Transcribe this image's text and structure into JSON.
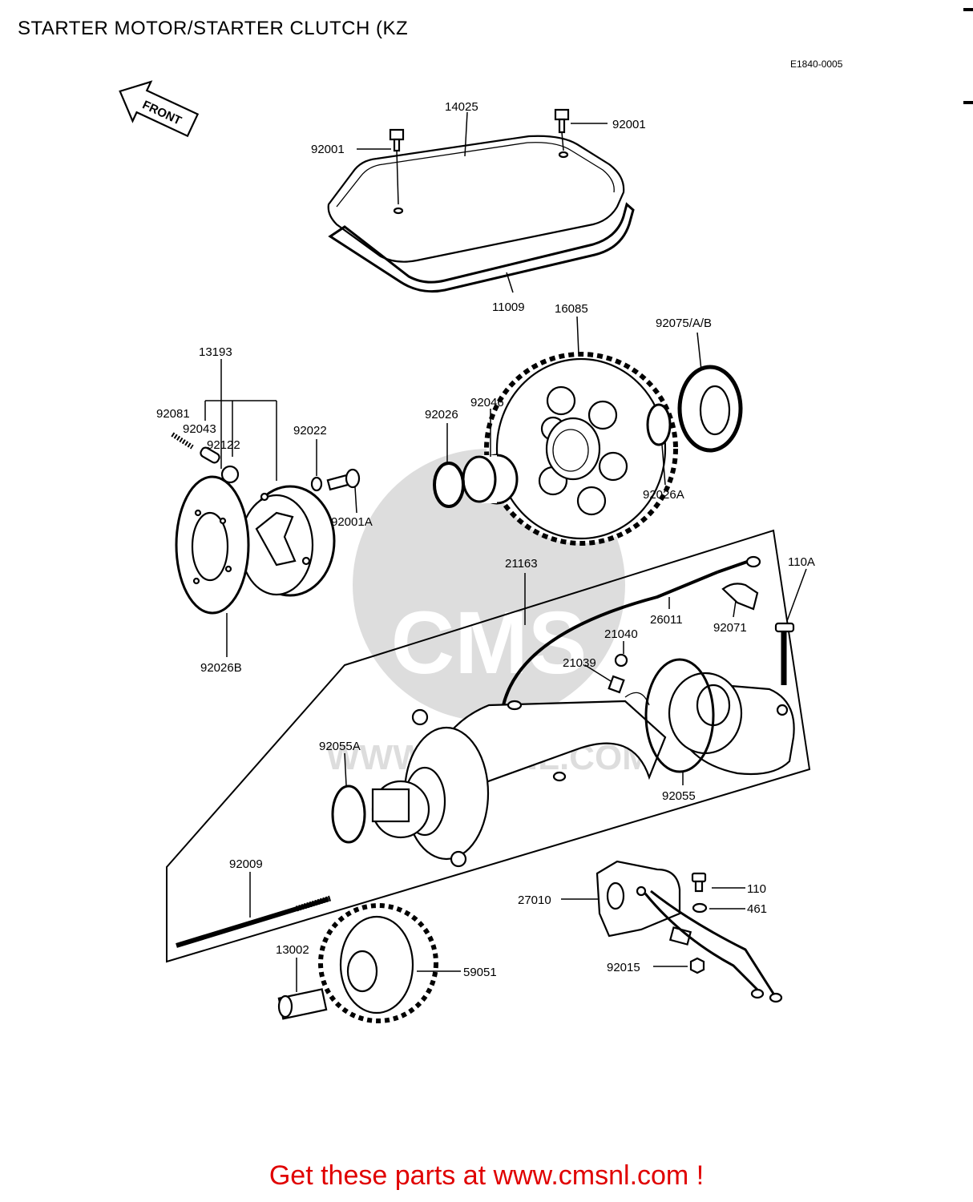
{
  "page": {
    "title": "STARTER MOTOR/STARTER CLUTCH (KZ",
    "diagram_code": "E1840-0005"
  },
  "front_arrow": {
    "label": "FRONT"
  },
  "watermark": {
    "line1": "CMS",
    "line2": "WWW.CMSNL.COM"
  },
  "part_labels": {
    "p14025": "14025",
    "p92001_left": "92001",
    "p92001_right": "92001",
    "p11009": "11009",
    "p16085": "16085",
    "p92075": "92075/A/B",
    "p13193": "13193",
    "p92081": "92081",
    "p92043": "92043",
    "p92122": "92122",
    "p92022": "92022",
    "p92001A": "92001A",
    "p92026": "92026",
    "p92046": "92046",
    "p92026A": "92026A",
    "p92026B": "92026B",
    "p21163": "21163",
    "p110A": "110A",
    "p26011": "26011",
    "p92071": "92071",
    "p21040": "21040",
    "p21039": "21039",
    "p92055A": "92055A",
    "p92055": "92055",
    "p92009": "92009",
    "p27010": "27010",
    "p110": "110",
    "p461": "461",
    "p13002": "13002",
    "p59051": "59051",
    "p92015": "92015"
  },
  "footer": {
    "cta": "Get these parts at www.cmsnl.com !",
    "cta_color": "#e00000"
  }
}
